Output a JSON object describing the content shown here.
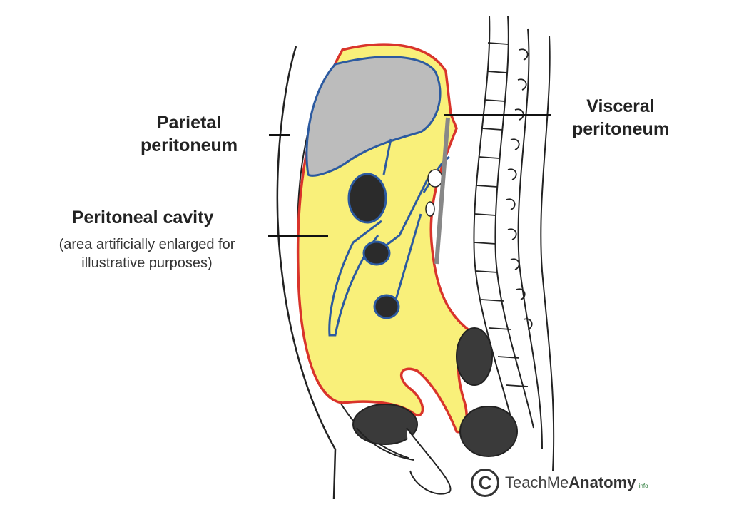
{
  "labels": {
    "parietal": "Parietal\nperitoneum",
    "visceral": "Visceral\nperitoneum",
    "cavity": "Peritoneal cavity",
    "cavity_note": "(area artificially enlarged for\nillustrative purposes)"
  },
  "logo": {
    "symbol": "C",
    "text_light": "TeachMe",
    "text_bold": "Anatomy",
    "suffix": ".info"
  },
  "colors": {
    "cavity_fill": "#f9f07a",
    "parietal_line": "#d9342b",
    "visceral_line": "#2c5aa0",
    "liver_fill": "#b9b9b9",
    "outline": "#222222"
  }
}
